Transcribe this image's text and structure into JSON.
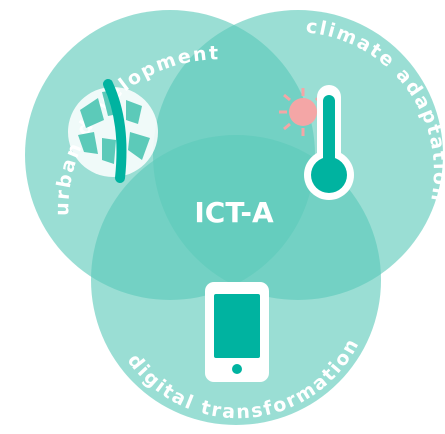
{
  "diagram": {
    "type": "venn",
    "center_label": "ICT-A",
    "circles": [
      {
        "label": "urban development",
        "icon": "city-map-icon"
      },
      {
        "label": "climate adaptation",
        "icon": "thermometer-sun-icon"
      },
      {
        "label": "digital transformation",
        "icon": "smartphone-icon"
      }
    ],
    "colors": {
      "circle_fill": "#5ccab9",
      "accent": "#00b3a0",
      "text": "#ffffff",
      "sun": "#f4a6a6"
    }
  }
}
